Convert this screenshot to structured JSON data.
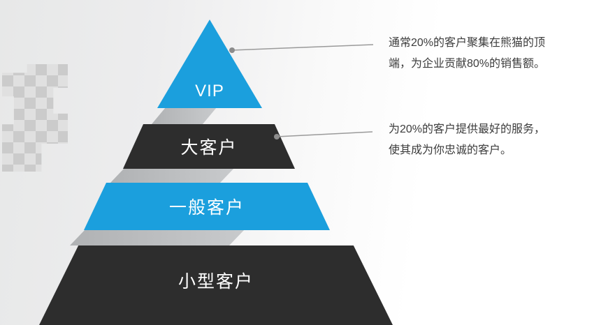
{
  "pyramid": {
    "tiers": [
      {
        "label": "VIP",
        "color": "#1B9FDD"
      },
      {
        "label": "大客户",
        "color": "#2D2D2D"
      },
      {
        "label": "一般客户",
        "color": "#1B9FDD"
      },
      {
        "label": "小型客户",
        "color": "#2D2D2D"
      }
    ]
  },
  "callouts": [
    {
      "lines": [
        "通常20%的客户聚集在熊猫的顶",
        "端，为企业贡献80%的销售额。"
      ]
    },
    {
      "lines": [
        "为20%的客户提供最好的服务，",
        "使其成为你忠诚的客户。"
      ]
    }
  ],
  "colors": {
    "blue": "#1B9FDD",
    "dark": "#2D2D2D",
    "fold_gray": "#B9BBBD",
    "connector_line": "#9A9A9A",
    "connector_dot": "#8C8C8C",
    "callout_text": "#3C3C3C",
    "tier_text": "#FFFFFF",
    "background_left": "#E7E8E8",
    "background_right": "#FFFFFF"
  }
}
